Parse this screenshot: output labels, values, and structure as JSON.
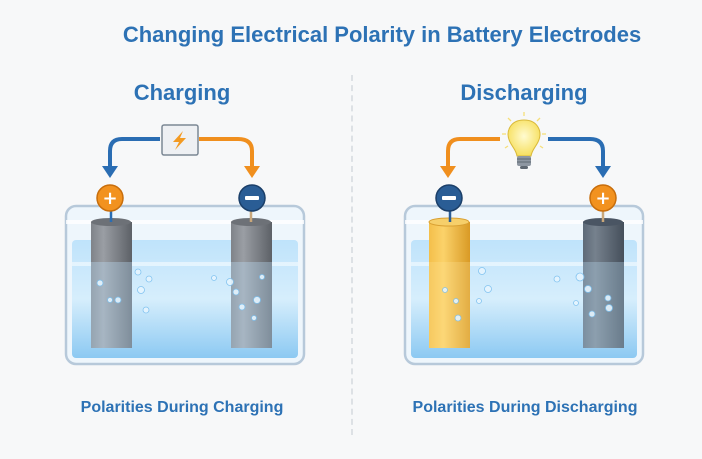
{
  "title": "Changing Electrical Polarity in Battery Electrodes",
  "panels": [
    {
      "heading": "Charging",
      "caption": "Polarities During Charging",
      "source": "power-source (lightning)",
      "left_electrode": {
        "polarity": "+",
        "color": "#8a8d92"
      },
      "right_electrode": {
        "polarity": "-",
        "color": "#8a8d92"
      },
      "left_arrow_color": "#2a6db3",
      "right_arrow_color": "#f08f1e"
    },
    {
      "heading": "Discharging",
      "caption": "Polarities During Discharging",
      "source": "light-bulb",
      "left_electrode": {
        "polarity": "-",
        "color": "#f1b43c"
      },
      "right_electrode": {
        "polarity": "+",
        "color": "#5f6b7a"
      },
      "left_arrow_color": "#f08f1e",
      "right_arrow_color": "#2a6db3"
    }
  ],
  "colors": {
    "title": "#2d72b5",
    "positive": "#f2921f",
    "negative": "#2a5d95",
    "electrolyte": "#9fd3f5"
  }
}
